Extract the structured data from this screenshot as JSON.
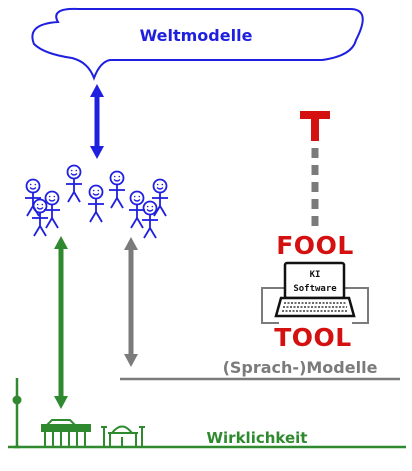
{
  "world_models": {
    "label": "Weltmodelle"
  },
  "reality": {
    "label": "Wirklichkeit"
  },
  "labels": {
    "fool": "FOOL",
    "tool": "TOOL",
    "language_models": "(Sprach-)Modelle"
  },
  "laptop": {
    "line1": "KI",
    "line2": "Software"
  },
  "people": {
    "count": 9
  },
  "icons": [
    "stick-figure-icon",
    "laptop-icon",
    "tv-tower-icon",
    "brandenburg-gate-icon",
    "reichstag-icon",
    "t-marker-icon"
  ],
  "colors": {
    "blue": "#1f1fe0",
    "green": "#2f8a2f",
    "gray": "#7b7b7b",
    "red": "#d41010"
  }
}
